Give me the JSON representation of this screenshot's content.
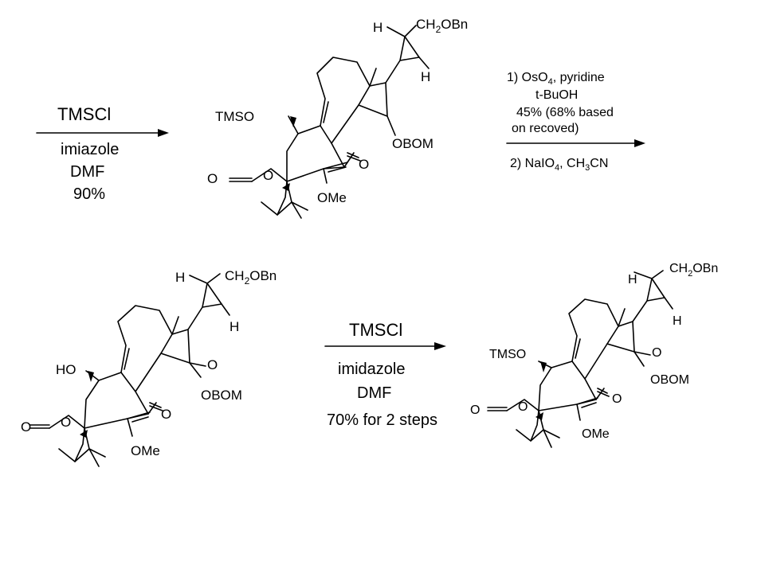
{
  "step1": {
    "reagent": "TMSCl",
    "cond1": "imiazole",
    "cond2": "DMF",
    "yield": "90%"
  },
  "step2": {
    "line1": "1) OsO",
    "line1_sub": "4",
    "line1_rest": ", pyridine",
    "line2": "t-BuOH",
    "line3": "45% (68% based",
    "line4": "on recoved)",
    "line5": "2) NaIO",
    "line5_sub": "4",
    "line5_rest": ", CH",
    "line5_sub2": "3",
    "line5_end": "CN"
  },
  "step3": {
    "reagent": "TMSCl",
    "cond1": "imidazole",
    "cond2": "DMF",
    "yield": "70% for 2 steps"
  },
  "labels": {
    "H": "H",
    "ch2": "CH",
    "ch2_sub": "2",
    "obn": "OBn",
    "tmso": "TMSO",
    "ho": "HO",
    "obom": "OBOM",
    "ome": "OMe",
    "o": "O"
  }
}
